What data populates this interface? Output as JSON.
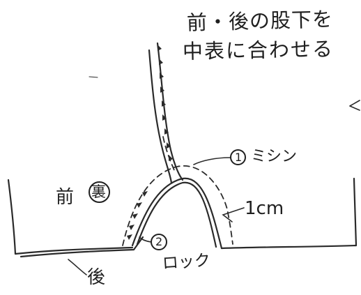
{
  "instruction": {
    "line1": "前・後の股下を",
    "line2": "中表に合わせる"
  },
  "labels": {
    "front": "前",
    "inside": "裏",
    "back": "後"
  },
  "steps": [
    {
      "number": "1",
      "label": "ミシン"
    },
    {
      "number": "2",
      "label": "ロック"
    }
  ],
  "seam_allowance": "1cm",
  "colors": {
    "ink": "#1f1f1f",
    "paper": "#ffffff"
  }
}
